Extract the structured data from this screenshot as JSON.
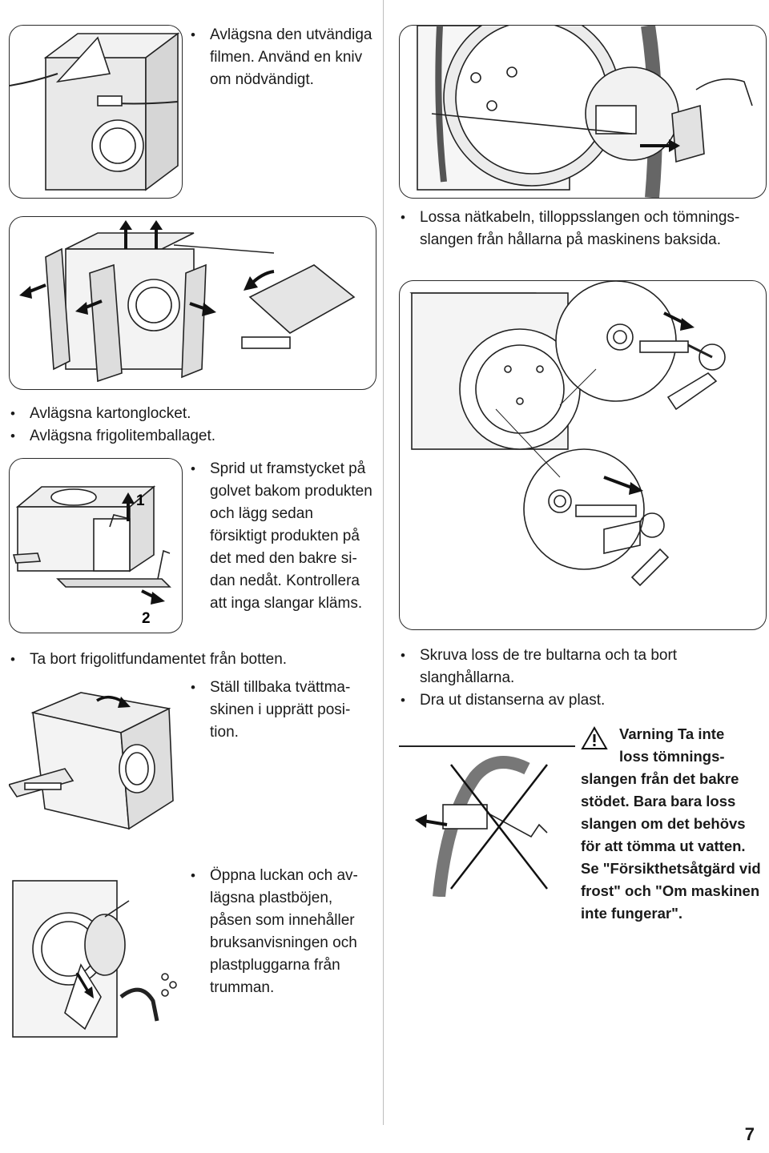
{
  "left": {
    "step1": "Avlägsna den utvändi­ga filmen. Använd en kniv om nödvändigt.",
    "bullets_mid": [
      "Avlägsna kartonglocket.",
      "Avlägsna frigolitemballaget."
    ],
    "step3": "Sprid ut framstycket på golvet bakom pro­dukten och lägg sedan försiktigt produkten på det med den bakre si­dan nedåt. Kontrollera att inga slangar kläms.",
    "step3_label_1": "1",
    "step3_label_2": "2",
    "step4": "Ta bort frigolitfundamentet från botten.",
    "step5": "Ställ tillbaka tvättma­skinen i upprätt posi­tion.",
    "step6": "Öppna luckan och av­lägsna plastböjen, påsen som innehåller bruksanvisningen och plastpluggarna från trumman."
  },
  "right": {
    "step7": "Lossa nätkabeln, tilloppsslangen och tömnings­slangen från hållarna på maskinens baksida.",
    "step8": "Skruva loss de tre bultarna och ta bort slanghållar­na.",
    "step9": "Dra ut distanserna av plast.",
    "warning_title_1": "Varning Ta inte",
    "warning_title_2": "loss tömnings-",
    "warning_body": "slangen från det bakre stödet. Bara bara loss slangen om det behövs för att tömma ut vatten. Se \"Försikthetsåtgärd vid frost\" och \"Om ma­skinen inte fungerar\"."
  },
  "page_number": "7"
}
